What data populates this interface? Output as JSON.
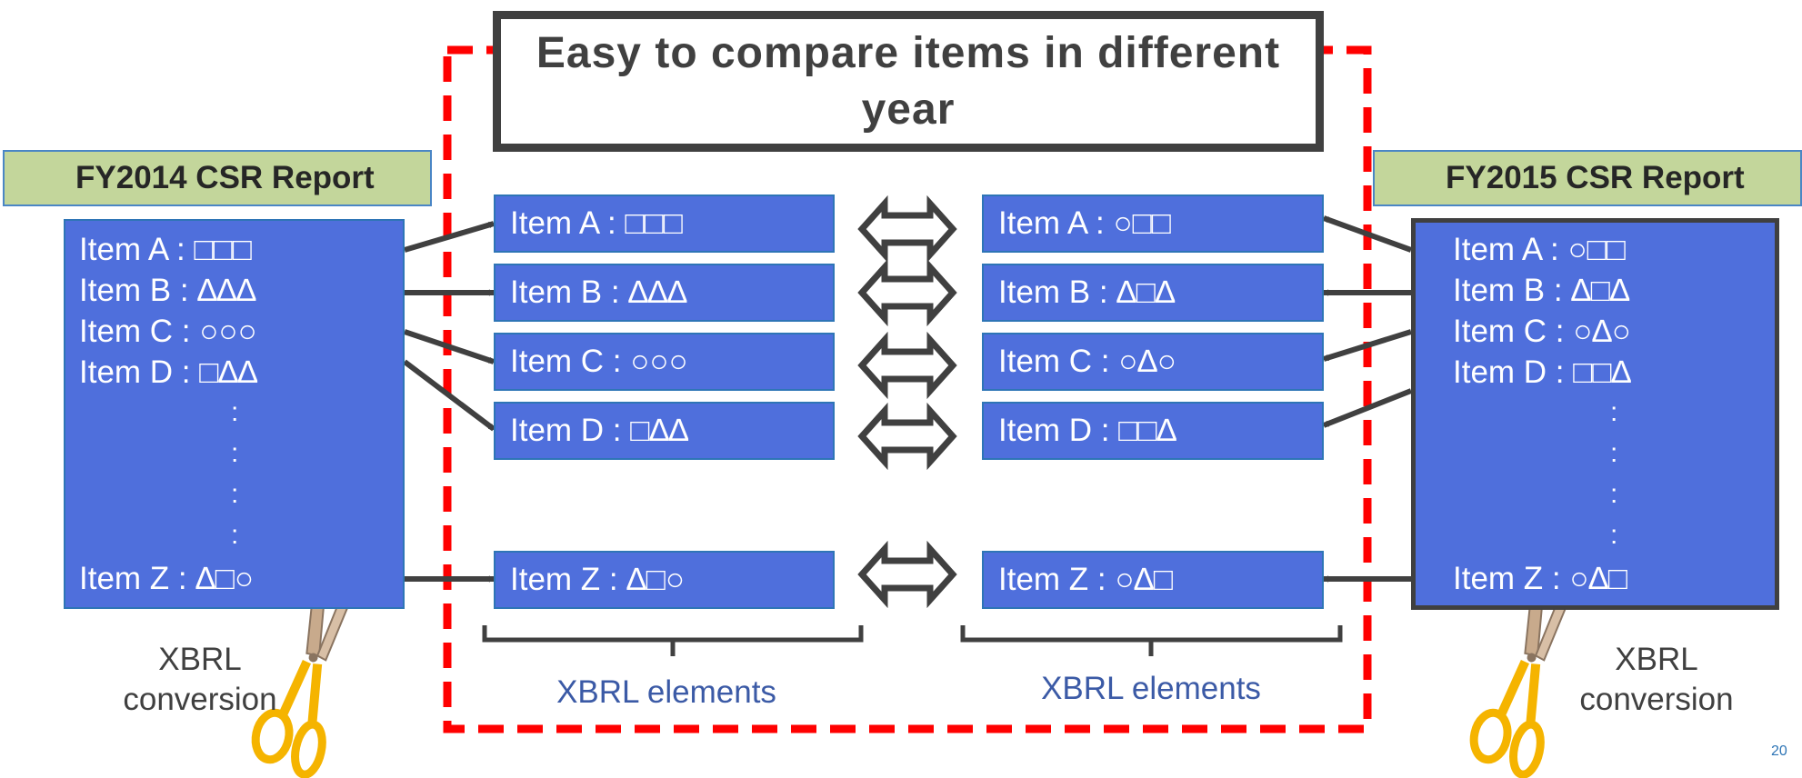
{
  "title": "Easy to compare items in different year",
  "left_report": {
    "header": "FY2014 CSR Report",
    "items": [
      "Item A : □□□",
      "Item B : ∆∆∆",
      "Item C : ○○○",
      "Item D : □∆∆",
      "Item Z : ∆□○"
    ],
    "ellipsis": ":"
  },
  "right_report": {
    "header": "FY2015 CSR Report",
    "items": [
      "Item A : ○□□",
      "Item B : ∆□∆",
      "Item C : ○∆○",
      "Item D : □□∆",
      "Item Z : ○∆□"
    ],
    "ellipsis": ":"
  },
  "left_elements": [
    "Item A : □□□",
    "Item B : ∆∆∆",
    "Item C : ○○○",
    "Item D : □∆∆",
    "Item Z : ∆□○"
  ],
  "right_elements": [
    "Item A : ○□□",
    "Item B : ∆□∆",
    "Item C : ○∆○",
    "Item D : □□∆",
    "Item Z : ○∆□"
  ],
  "captions": {
    "left_elements": "XBRL elements",
    "right_elements": "XBRL elements",
    "left_conversion": [
      "XBRL",
      "conversion"
    ],
    "right_conversion": [
      "XBRL",
      "conversion"
    ]
  },
  "page_number": "20",
  "colors": {
    "item_box": "#4f6fdc",
    "item_border": "#2e75b6",
    "header_fill": "#c3d69b",
    "dashed_frame": "#ff0000",
    "arrow": "#404040",
    "caption_text": "#3b5aa6",
    "scissors_handle": "#f5b400",
    "scissors_blade": "#c8aa8c"
  },
  "icons": {
    "conversion": "scissors-icon",
    "comparison": "double-arrow-icon"
  }
}
